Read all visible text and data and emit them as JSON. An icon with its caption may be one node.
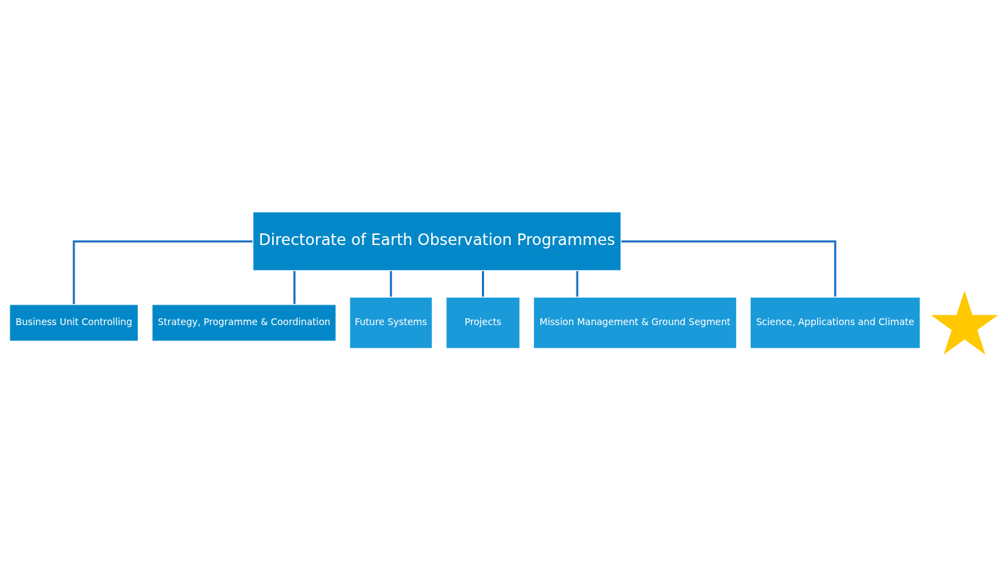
{
  "diagram": {
    "nodes": [
      {
        "text": [
          "Directorate of Earth Observation Programmes"
        ]
      },
      {
        "text": [
          "Business Unit Controlling"
        ]
      },
      {
        "text": [
          "Strategy, Programme & Coordination"
        ]
      },
      {
        "text": [],
        "shape": "star"
      },
      {
        "text": [
          "Future Systems"
        ]
      },
      {
        "text": [
          "Projects"
        ]
      },
      {
        "text": [
          "Mission Management & Ground Segment"
        ]
      },
      {
        "text": [
          "Science, Applications and Climate"
        ]
      }
    ],
    "edges": [
      {
        "from": 0,
        "to": 1,
        "arrow": "none"
      },
      {
        "from": 0,
        "to": 2,
        "arrow": "none"
      },
      {
        "from": 0,
        "to": 4,
        "arrow": "none"
      },
      {
        "from": 0,
        "to": 5,
        "arrow": "none"
      },
      {
        "from": 0,
        "to": 6,
        "arrow": "none"
      },
      {
        "from": 0,
        "to": 7,
        "arrow": "none"
      }
    ]
  }
}
